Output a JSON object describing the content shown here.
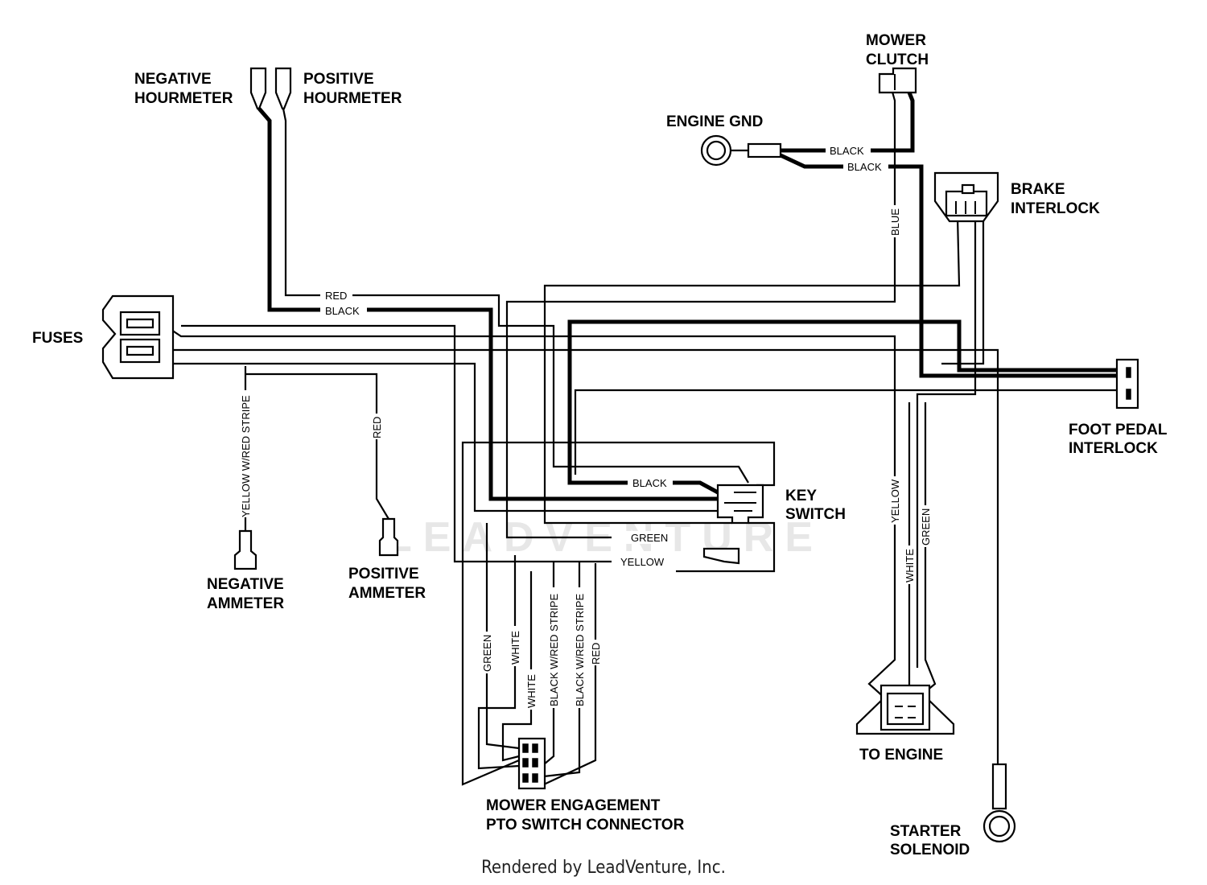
{
  "watermark": "LEADVENTURE",
  "footer": "Rendered by LeadVenture, Inc.",
  "components": {
    "negative_hourmeter": [
      "NEGATIVE",
      "HOURMETER"
    ],
    "positive_hourmeter": [
      "POSITIVE",
      "HOURMETER"
    ],
    "mower_clutch": [
      "MOWER",
      "CLUTCH"
    ],
    "engine_gnd": [
      "ENGINE GND"
    ],
    "brake_interlock": [
      "BRAKE",
      "INTERLOCK"
    ],
    "fuses": [
      "FUSES"
    ],
    "foot_pedal_interlock": [
      "FOOT PEDAL",
      "INTERLOCK"
    ],
    "key_switch": [
      "KEY",
      "SWITCH"
    ],
    "negative_ammeter": [
      "NEGATIVE",
      "AMMETER"
    ],
    "positive_ammeter": [
      "POSITIVE",
      "AMMETER"
    ],
    "to_engine": [
      "TO ENGINE"
    ],
    "mower_engagement": [
      "MOWER ENGAGEMENT",
      "PTO SWITCH CONNECTOR"
    ],
    "starter_solenoid": [
      "STARTER",
      "SOLENOID"
    ]
  },
  "wire_labels": {
    "red_hourmeter": "RED",
    "black_hourmeter": "BLACK",
    "black_clutch": "BLACK",
    "black_engine_gnd": "BLACK",
    "blue_clutch": "BLUE",
    "yellow_red_stripe_ammeter": "YELLOW W/RED STRIPE",
    "red_ammeter": "RED",
    "black_key": "BLACK",
    "green_key": "GREEN",
    "yellow_key": "YELLOW",
    "green_pto": "GREEN",
    "white_pto_1": "WHITE",
    "white_pto_2": "WHITE",
    "black_red_stripe_1": "BLACK W/RED STRIPE",
    "black_red_stripe_2": "BLACK W/RED STRIPE",
    "red_pto": "RED",
    "yellow_engine": "YELLOW",
    "white_engine": "WHITE",
    "green_engine": "GREEN"
  }
}
